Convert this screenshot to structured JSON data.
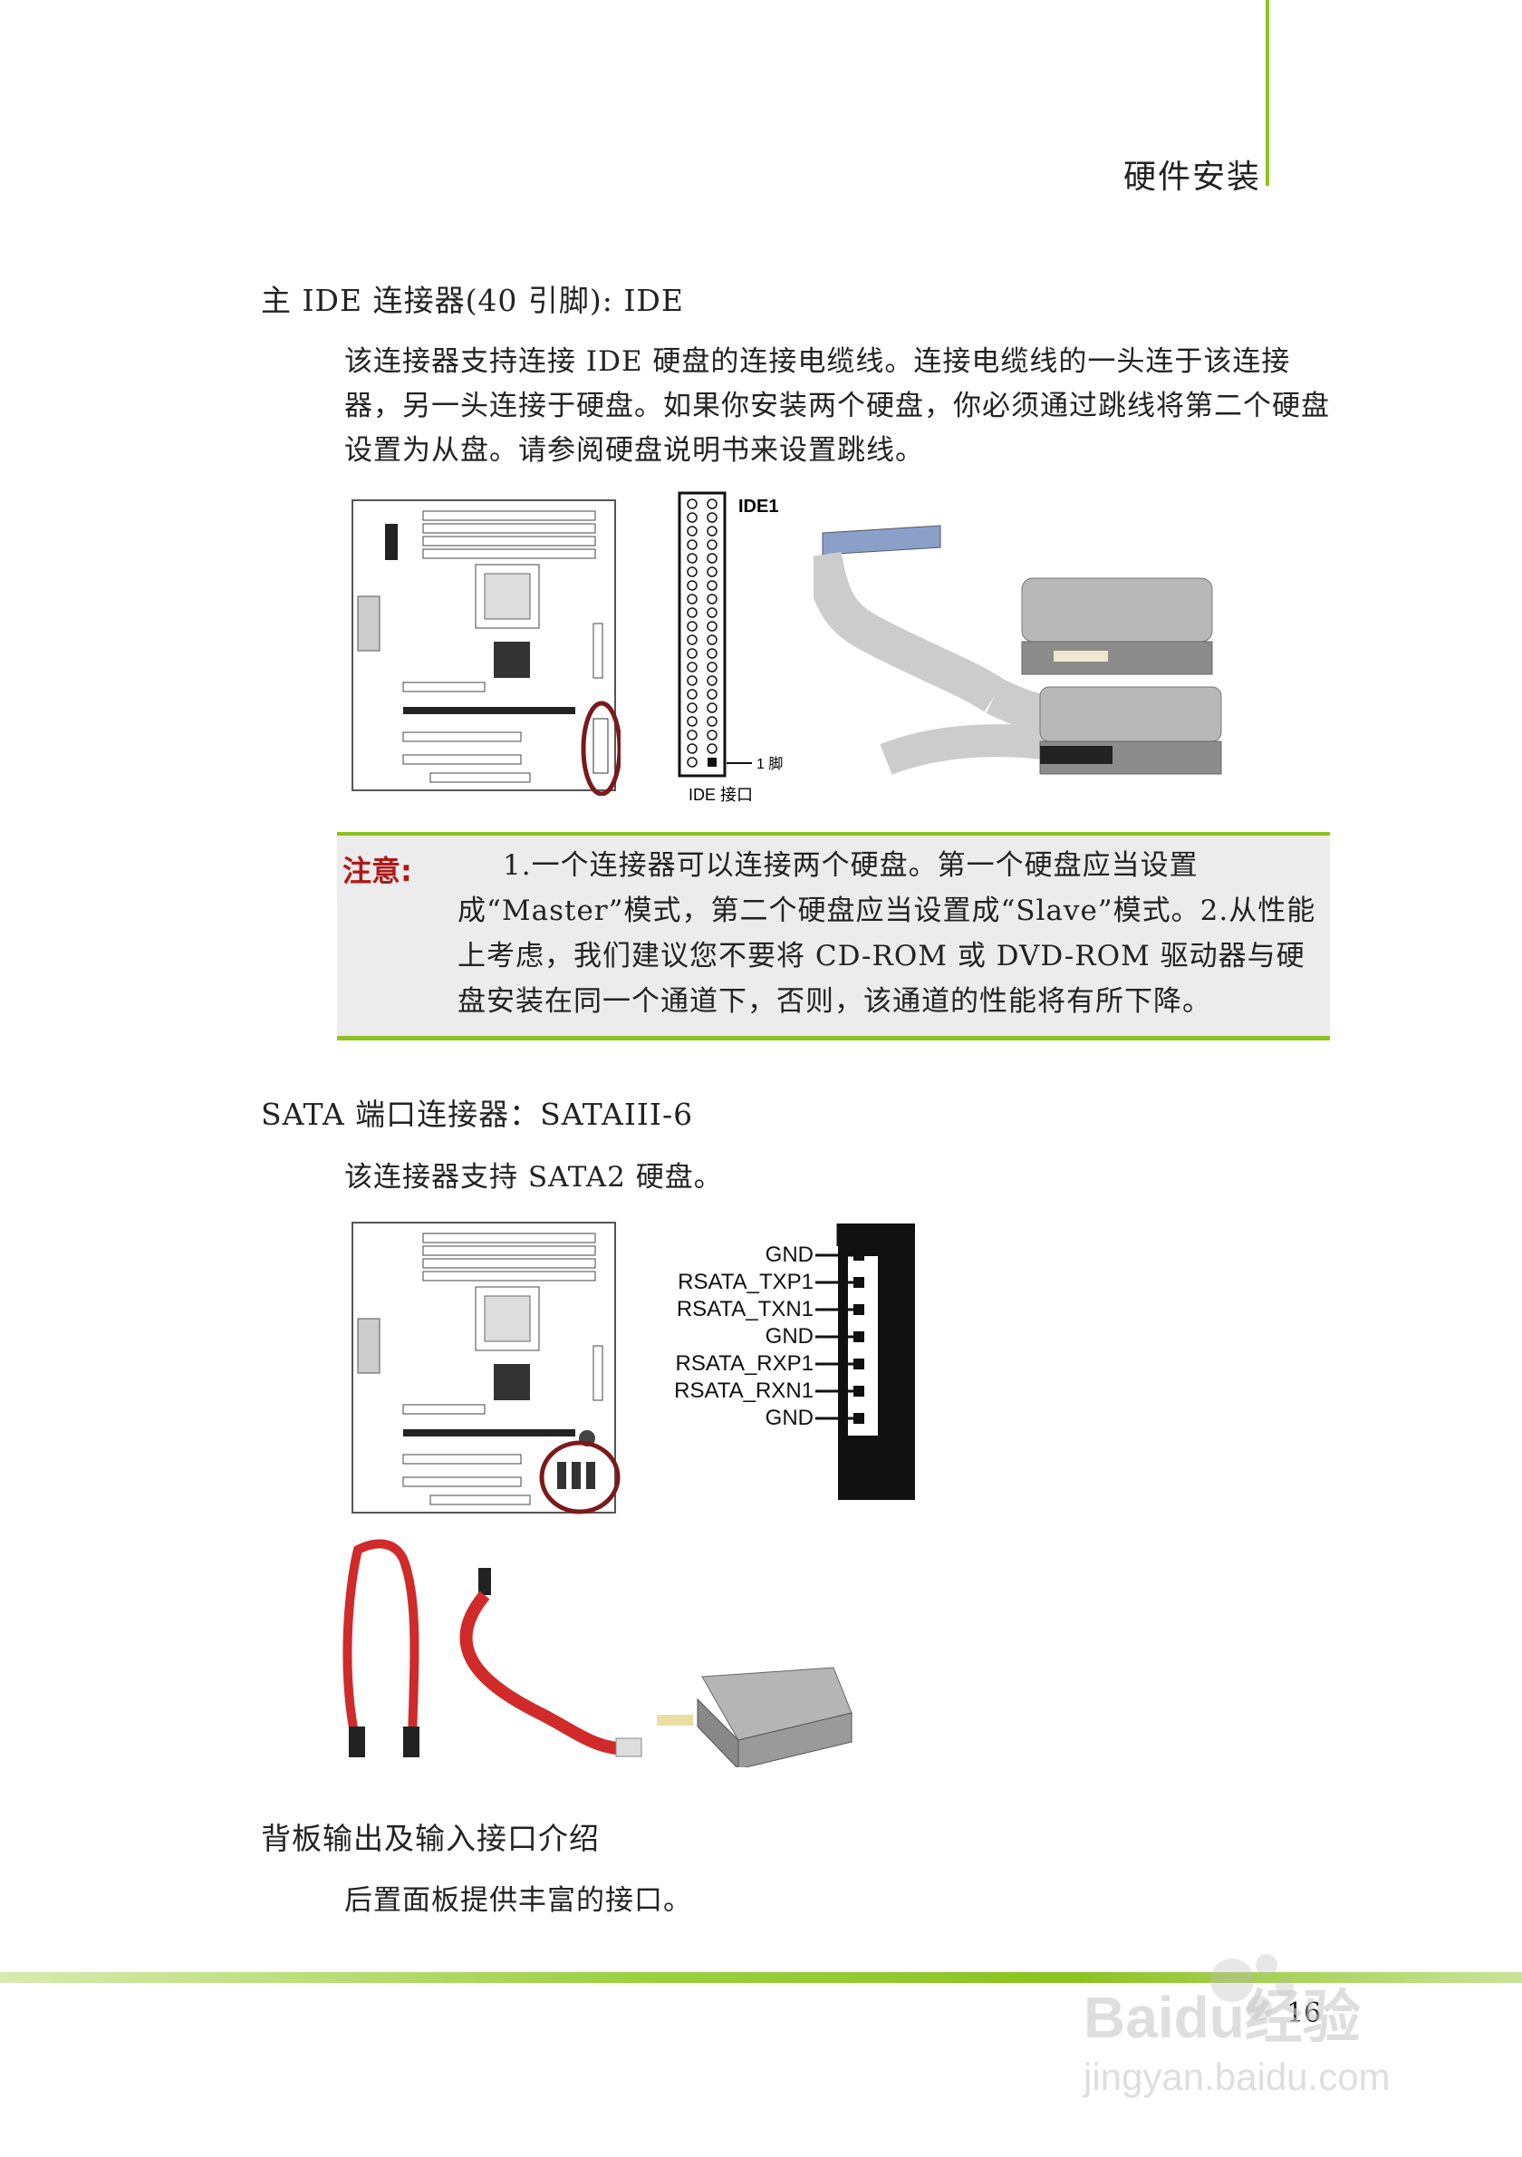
{
  "header": {
    "title": "硬件安装"
  },
  "ide": {
    "title": "主 IDE 连接器(40 引脚): IDE",
    "paragraph": "该连接器支持连接 IDE 硬盘的连接电缆线。连接电缆线的一头连于该连接器，另一头连接于硬盘。如果你安装两个硬盘，你必须通过跳线将第二个硬盘设置为从盘。请参阅硬盘说明书来设置跳线。",
    "pin_label": "IDE1",
    "pin1_label": "1 脚",
    "caption": "IDE 接口"
  },
  "note": {
    "label": "注意:",
    "text": "1.一个连接器可以连接两个硬盘。第一个硬盘应当设置成“Master”模式，第二个硬盘应当设置成“Slave”模式。2.从性能上考虑，我们建议您不要将 CD-ROM 或 DVD-ROM 驱动器与硬盘安装在同一个通道下，否则，该通道的性能将有所下降。"
  },
  "sata": {
    "title": "SATA 端口连接器：SATAIII-6",
    "paragraph": "该连接器支持 SATA2 硬盘。",
    "pins": [
      "GND",
      "RSATA_TXP1",
      "RSATA_TXN1",
      "GND",
      "RSATA_RXP1",
      "RSATA_RXN1",
      "GND"
    ]
  },
  "rear": {
    "title": "背板输出及输入接口介绍",
    "paragraph": "后置面板提供丰富的接口。"
  },
  "footer": {
    "page_number": "16"
  },
  "watermark": {
    "brand": "Baidu经验",
    "url": "jingyan.baidu.com"
  },
  "colors": {
    "accent": "#8dc21f",
    "note_label": "#b01818",
    "highlight_circle": "#7a1a1a",
    "sata_cable": "#d02a2a"
  }
}
